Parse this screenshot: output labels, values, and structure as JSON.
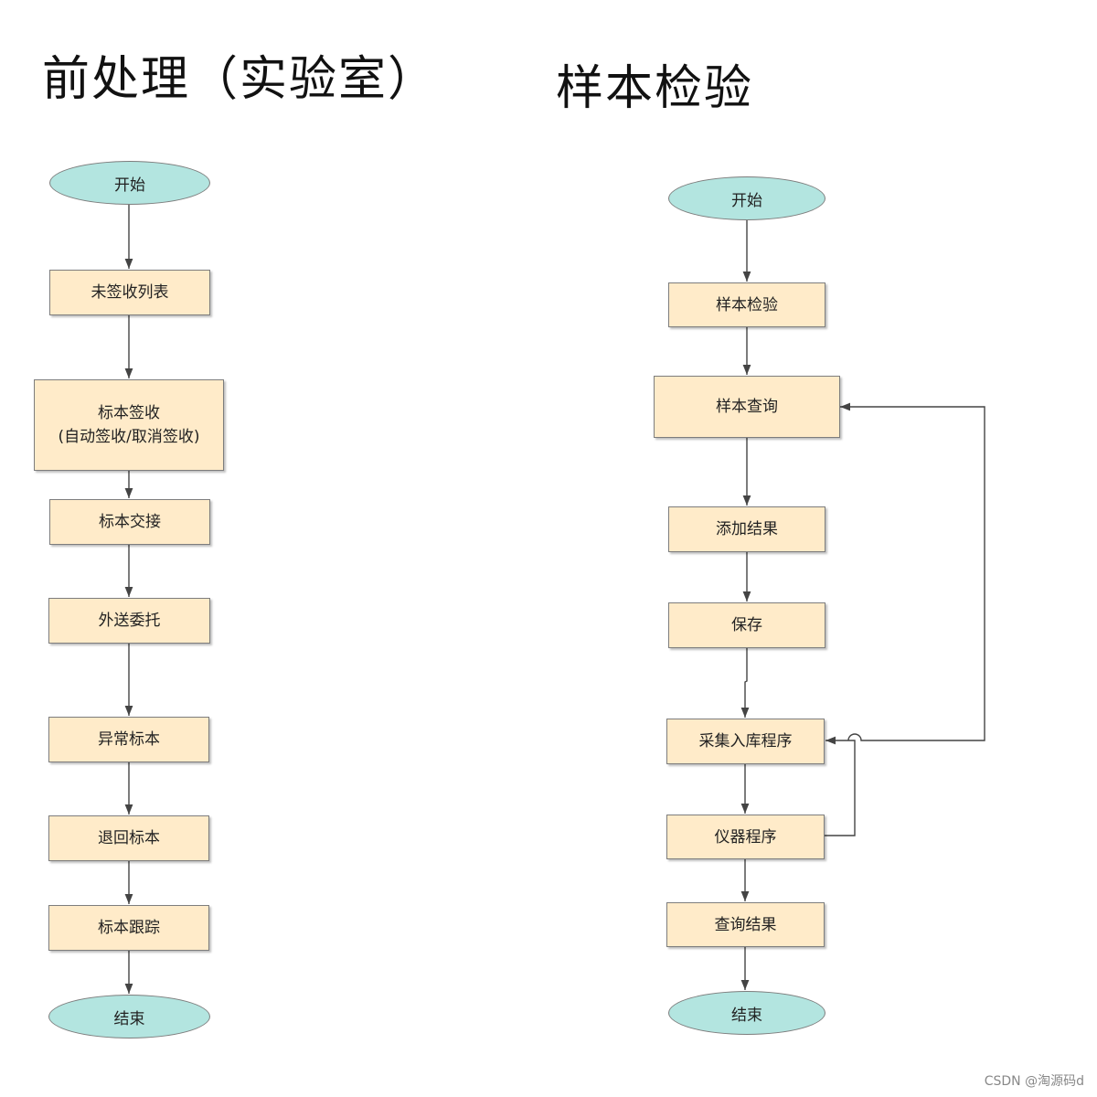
{
  "titles": {
    "left": "前处理（实验室）",
    "right": "样本检验"
  },
  "left_flow": {
    "start": "开始",
    "unsigned_list": "未签收列表",
    "sign_line1": "标本签收",
    "sign_line2": "(自动签收/取消签收)",
    "handover": "标本交接",
    "outsource": "外送委托",
    "abnormal": "异常标本",
    "return": "退回标本",
    "tracking": "标本跟踪",
    "end": "结束"
  },
  "right_flow": {
    "start": "开始",
    "inspect": "样本检验",
    "query": "样本查询",
    "add_result": "添加结果",
    "save": "保存",
    "collect": "采集入库程序",
    "instrument": "仪器程序",
    "query_result": "查询结果",
    "end": "结束"
  },
  "watermark": "CSDN @淘源码d",
  "colors": {
    "process_fill": "#ffebc9",
    "terminal_fill": "#b3e5e0",
    "border": "#7d7d7d",
    "connector": "#444444"
  }
}
